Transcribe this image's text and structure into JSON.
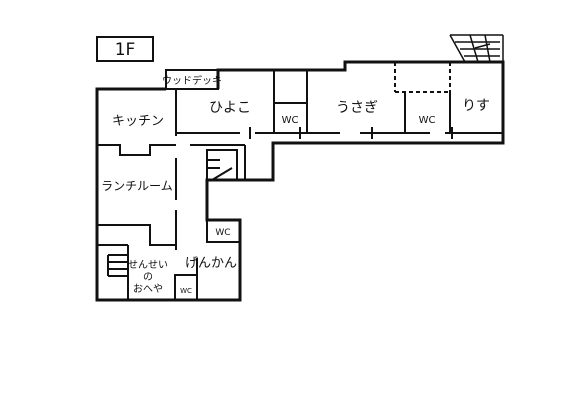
{
  "floor_label": "1F",
  "rooms": {
    "deck": "ウッドデッキ",
    "kitchen": "キッチン",
    "hiyoko": "ひよこ",
    "usagi": "うさぎ",
    "risu": "りす",
    "wc_hiyoko": "WC",
    "wc_usagi": "WC",
    "wc_genkan": "WC",
    "wc_small": "WC",
    "lunchroom": "ランチルーム",
    "sensei_line1": "せんせい",
    "sensei_line2": "の",
    "sensei_line3": "おへや",
    "genkan": "げんかん"
  }
}
